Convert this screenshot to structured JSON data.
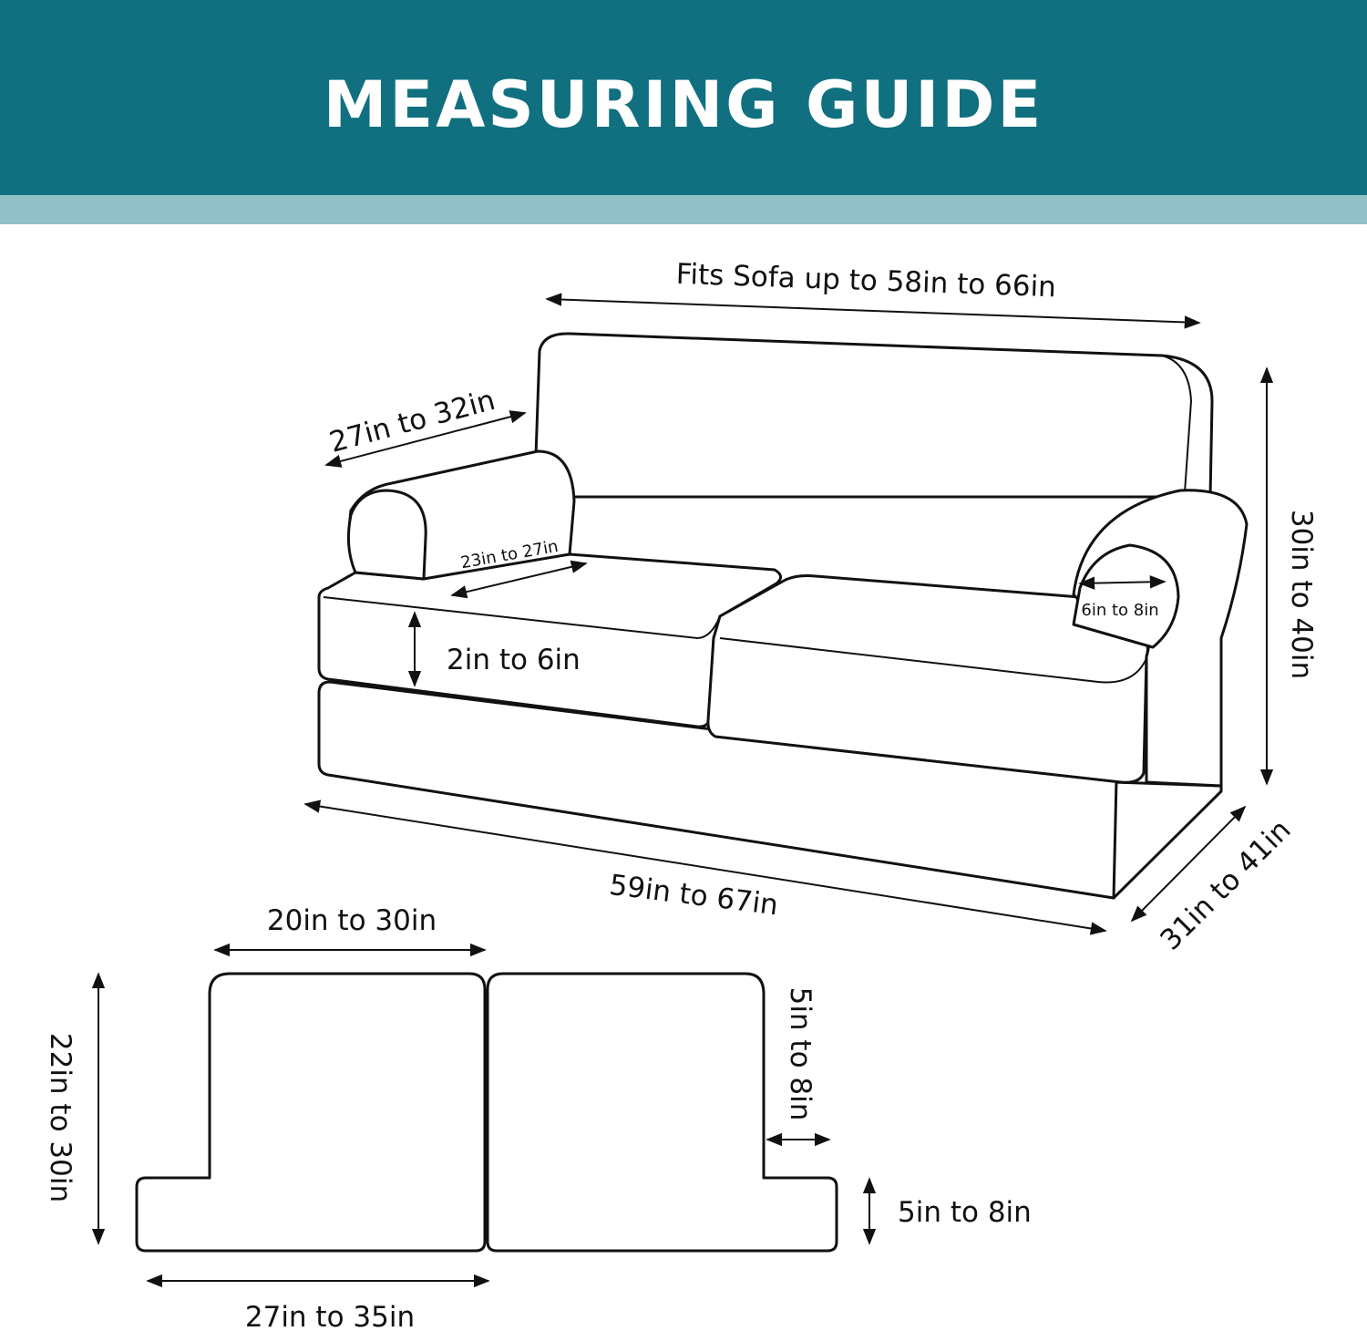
{
  "header": {
    "title": "MEASURING GUIDE",
    "background_color": "#10707f",
    "stripe_color": "#92c0c7",
    "title_color": "#ffffff"
  },
  "sofa_dimensions": {
    "back_width": "Fits Sofa up to 58in to 66in",
    "arm_length": "27in to 32in",
    "arm_front": "23in to 27in",
    "cushion_thickness": "2in to 6in",
    "arm_width": "6in to 8in",
    "height": "30in to 40in",
    "total_width": "59in to 67in",
    "depth": "31in to 41in"
  },
  "cushion_dimensions": {
    "cushion_width": "20in to 30in",
    "cushion_depth": "22in to 30in",
    "front_extension": "5in to 8in",
    "side_extension": "5in to 8in",
    "total_width": "27in to 35in"
  }
}
